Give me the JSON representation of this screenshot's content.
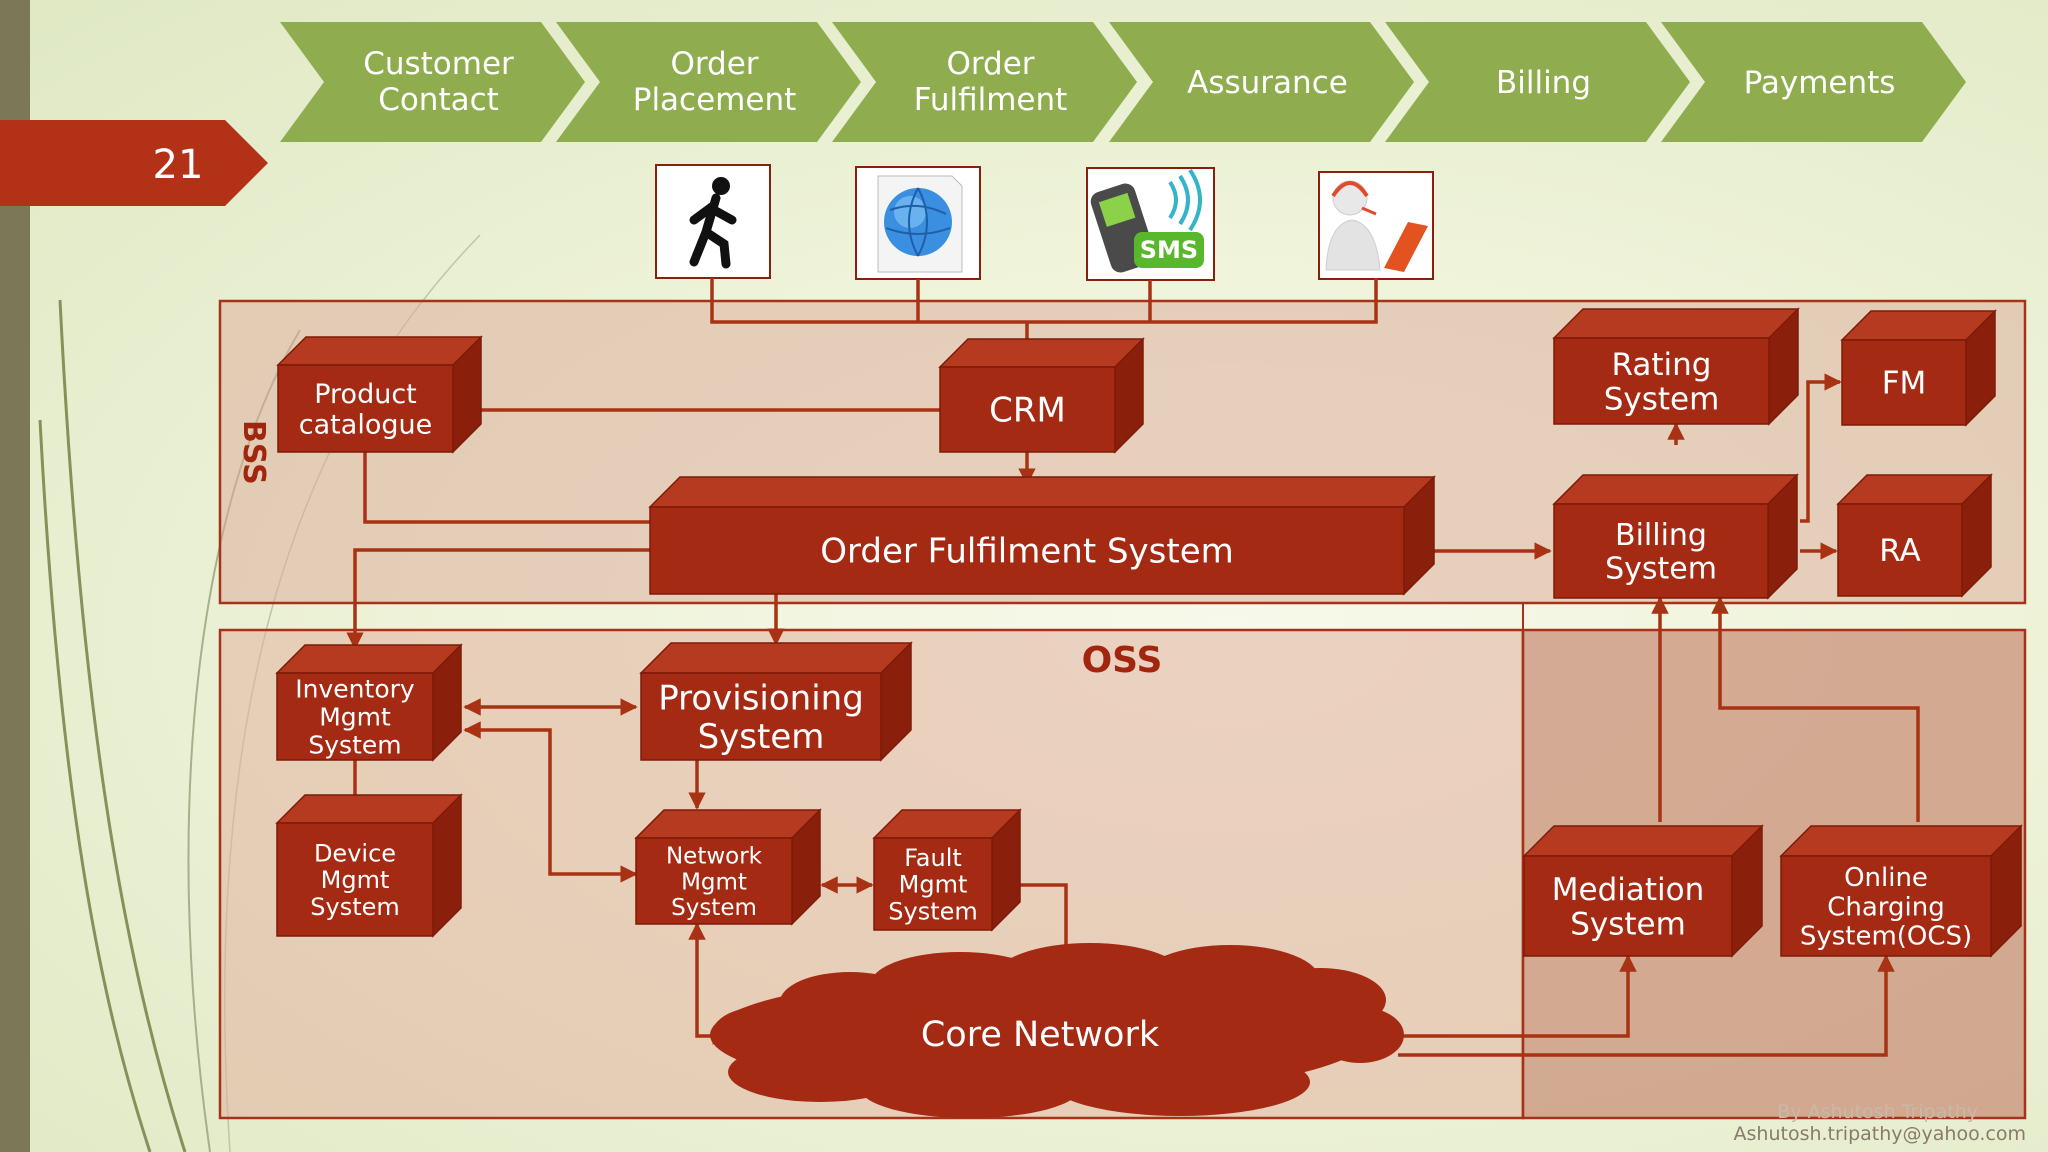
{
  "slide": {
    "number": "21",
    "footer_author": "By Ashutosh Tripathy",
    "footer_email": "Ashutosh.tripathy@yahoo.com"
  },
  "process_steps": [
    {
      "line1": "Customer",
      "line2": "Contact"
    },
    {
      "line1": "Order",
      "line2": "Placement"
    },
    {
      "line1": "Order",
      "line2": "Fulfilment"
    },
    {
      "line1": "Assurance",
      "line2": ""
    },
    {
      "line1": "Billing",
      "line2": ""
    },
    {
      "line1": "Payments",
      "line2": ""
    }
  ],
  "channels": {
    "walk_icon": "walking-person-icon",
    "web_icon": "globe-icon",
    "sms_icon": "sms-phone-icon",
    "call_icon": "call-center-agent-icon",
    "sms_text": "SMS"
  },
  "regions": {
    "bss_label": "BSS",
    "oss_label": "OSS"
  },
  "systems": {
    "product_catalogue": [
      "Product",
      "catalogue"
    ],
    "crm": [
      "CRM"
    ],
    "order_fulfilment": [
      "Order Fulfilment System"
    ],
    "rating": [
      "Rating",
      "System"
    ],
    "fm": [
      "FM"
    ],
    "billing": [
      "Billing",
      "System"
    ],
    "ra": [
      "RA"
    ],
    "inventory": [
      "Inventory",
      "Mgmt",
      "System"
    ],
    "provisioning": [
      "Provisioning",
      "System"
    ],
    "device": [
      "Device",
      "Mgmt",
      "System"
    ],
    "network": [
      "Network",
      "Mgmt",
      "System"
    ],
    "fault": [
      "Fault",
      "Mgmt",
      "System"
    ],
    "mediation": [
      "Mediation",
      "System"
    ],
    "ocs": [
      "Online",
      "Charging",
      "System(OCS)"
    ],
    "core_network": [
      "Core Network"
    ]
  },
  "colors": {
    "arrow_green": "#8fad4e",
    "box_front": "#a52a13",
    "box_top": "#b63a20",
    "box_side": "#8a200c",
    "line": "#a83214",
    "slide_tab": "#b23117"
  }
}
